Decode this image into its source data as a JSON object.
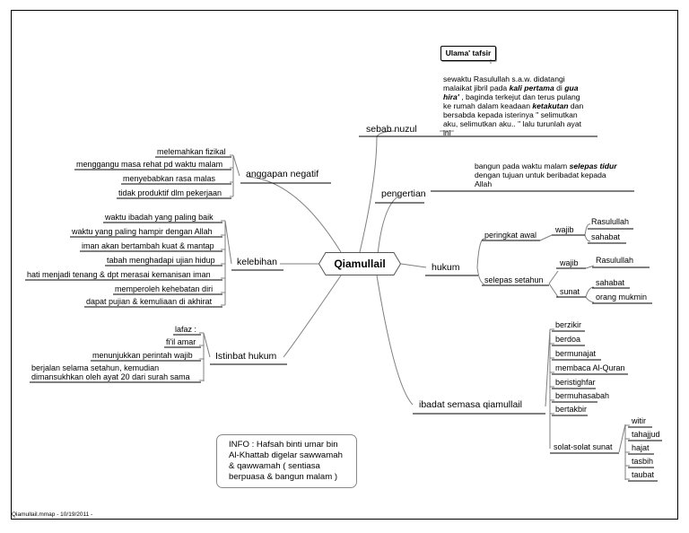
{
  "center": "Qiamullail",
  "branches": {
    "sebab_nuzul": "sebab nuzul",
    "pengertian": "pengertian",
    "hukum": "hukum",
    "ibadat": "ibadat semasa qiamullail",
    "anggapan_negatif": "anggapan negatif",
    "kelebihan": "kelebihan",
    "istinbat_hukum": "Istinbat hukum"
  },
  "sebab_nuzul": {
    "callout": "Ulama' tafsir",
    "text": [
      "sewaktu Rasulullah s.a.w. didatangi",
      "malaikat jibril pada ",
      "kali pertama",
      " di ",
      "gua",
      "hira'",
      " ,  baginda terkejut dan terus pulang",
      "ke rumah dalam keadaan  ",
      "ketakutan",
      " dan",
      "bersabda kepada isterinya \" selimutkan",
      "aku, selimutkan aku.. \" lalu turunlah ayat",
      "ini"
    ]
  },
  "pengertian": {
    "line1": "bangun pada waktu malam  ",
    "line1_em": "selepas tidur",
    "line2": "dengan tujuan untuk beribadat kepada",
    "line3": "Allah"
  },
  "hukum": {
    "peringkat_awal": "peringkat awal",
    "selepas_setahun": "selepas setahun",
    "wajib1": "wajib",
    "wajib2": "wajib",
    "sunat": "sunat",
    "rasulullah1": "Rasulullah",
    "sahabat1": "sahabat",
    "rasulullah2": "Rasulullah",
    "sahabat2": "sahabat",
    "orang_mukmin": "orang mukmin"
  },
  "ibadat": {
    "items": [
      "berzikir",
      "berdoa",
      "bermunajat",
      "membaca Al-Quran",
      "beristighfar",
      "bermuhasabah",
      "bertakbir"
    ],
    "solat": "solat-solat sunat",
    "solat_items": [
      "witir",
      "tahajjud",
      "hajat",
      "tasbih",
      "taubat"
    ]
  },
  "anggapan_negatif": [
    "melemahkan fizikal",
    "menggangu masa rehat pd waktu malam",
    "menyebabkan rasa malas",
    "tidak produktif dlm pekerjaan"
  ],
  "kelebihan": [
    "waktu ibadah yang paling baik",
    "waktu yang paling hampir dengan Allah",
    "iman akan bertambah kuat & mantap",
    "tabah menghadapi ujian hidup",
    "hati menjadi tenang & dpt merasai kemanisan iman",
    "memperoleh kehebatan diri",
    "dapat pujian & kemuliaan di akhirat"
  ],
  "istinbat": {
    "lafaz": "lafaz :",
    "fiil": "fi'il amar",
    "menunjukkan": "menunjukkan perintah wajib",
    "berjalan1": "berjalan selama setahun, kemudian",
    "berjalan2": "dimansukhkan oleh ayat 20 dari surah sama"
  },
  "info": [
    "INFO : Hafsah binti umar bin",
    "Al-Khattab digelar sawwamah",
    "& qawwamah ( sentiasa",
    "berpuasa & bangun malam )"
  ],
  "footer": "Qiamullail.mmap - 10/19/2011 -"
}
